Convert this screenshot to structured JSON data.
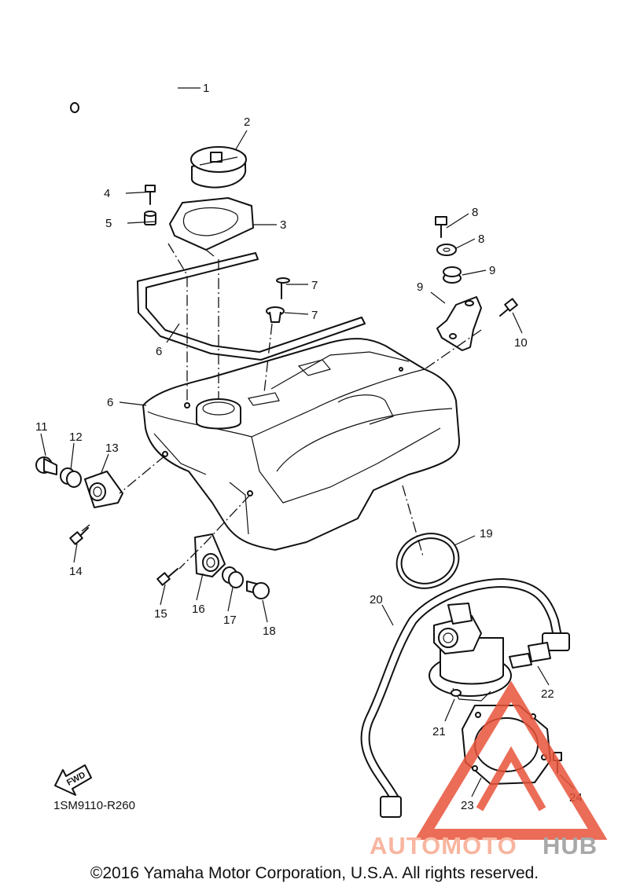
{
  "diagram": {
    "callouts": [
      "1",
      "2",
      "3",
      "4",
      "5",
      "6",
      "6",
      "7",
      "7",
      "8",
      "8",
      "9",
      "9",
      "10",
      "11",
      "12",
      "13",
      "14",
      "15",
      "16",
      "17",
      "18",
      "19",
      "20",
      "21",
      "22",
      "23",
      "24"
    ],
    "fwd_label": "FWD",
    "part_code": "1SM9110-R260"
  },
  "watermark": {
    "part1": "AUTOMOTO",
    "part2": "HUB",
    "colors": {
      "triangle": "#e8533a",
      "auto": "#f7a98f",
      "hub": "#9a9a9a"
    }
  },
  "footer": {
    "copyright": "©2016 Yamaha Motor Corporation, U.S.A. All rights reserved."
  }
}
